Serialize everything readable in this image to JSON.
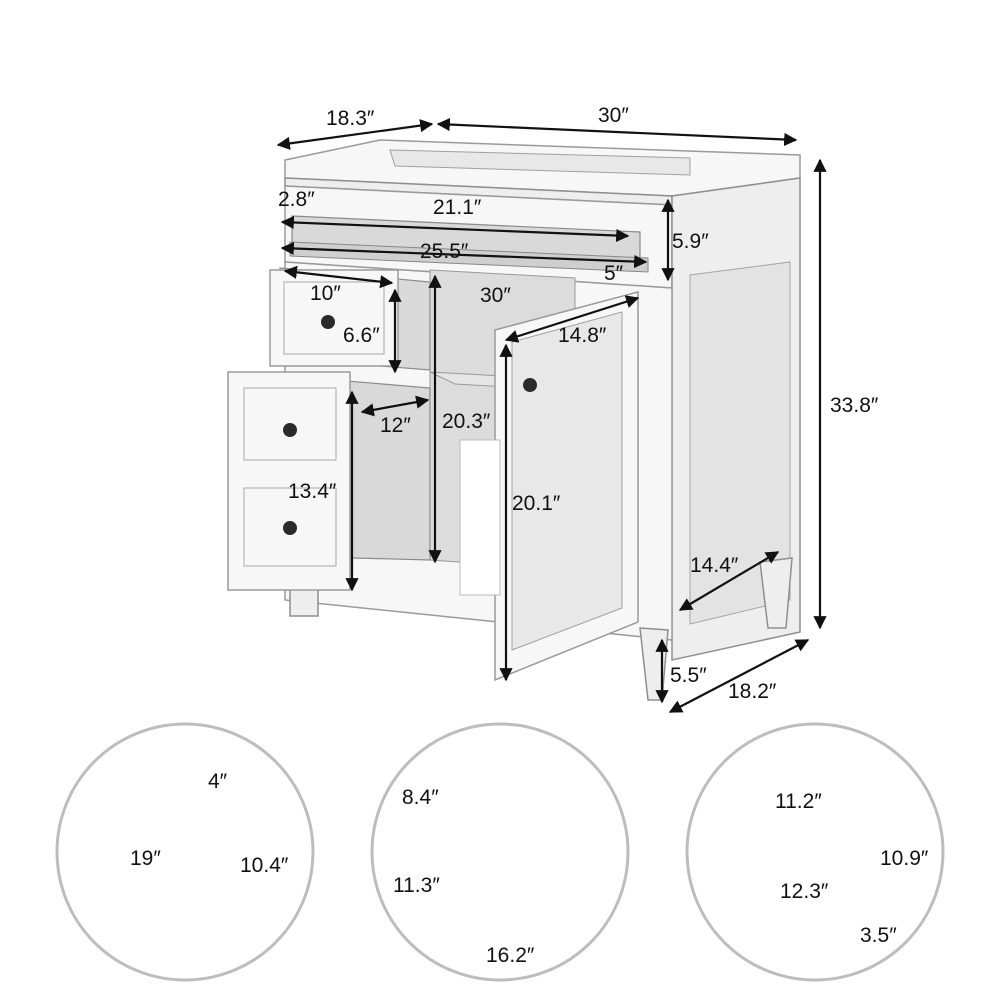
{
  "main_view": {
    "labels": {
      "top_depth": "18.3″",
      "top_width": "30″",
      "sink_inner_depth": "2.8″",
      "sink_inner_width": "21.1″",
      "drawer_front_width": "25.5″",
      "drawer_side": "5″",
      "top_height": "5.9″",
      "drawer_width": "10″",
      "cabinet_inner_width": "30″",
      "door_width": "14.8″",
      "drawer_height": "6.6″",
      "overall_height": "33.8″",
      "drawer_depth": "12″",
      "inner_height": "20.3″",
      "lower_drawer_height": "13.4″",
      "door_height": "20.1″",
      "side_depth": "14.4″",
      "leg_height": "5.5″",
      "base_depth": "18.2″"
    }
  },
  "detail_sink": {
    "labels": {
      "faucet_spacing": "4″",
      "basin_width": "19″",
      "basin_depth": "10.4″"
    }
  },
  "detail_interior": {
    "labels": {
      "upper_height": "8.4″",
      "lower_height": "11.3″",
      "shelf_width": "16.2″"
    }
  },
  "detail_door_rack": {
    "labels": {
      "rack_top_width": "11.2″",
      "rack_height": "10.9″",
      "rack_bottom_width": "12.3″",
      "rack_depth": "3.5″"
    }
  }
}
